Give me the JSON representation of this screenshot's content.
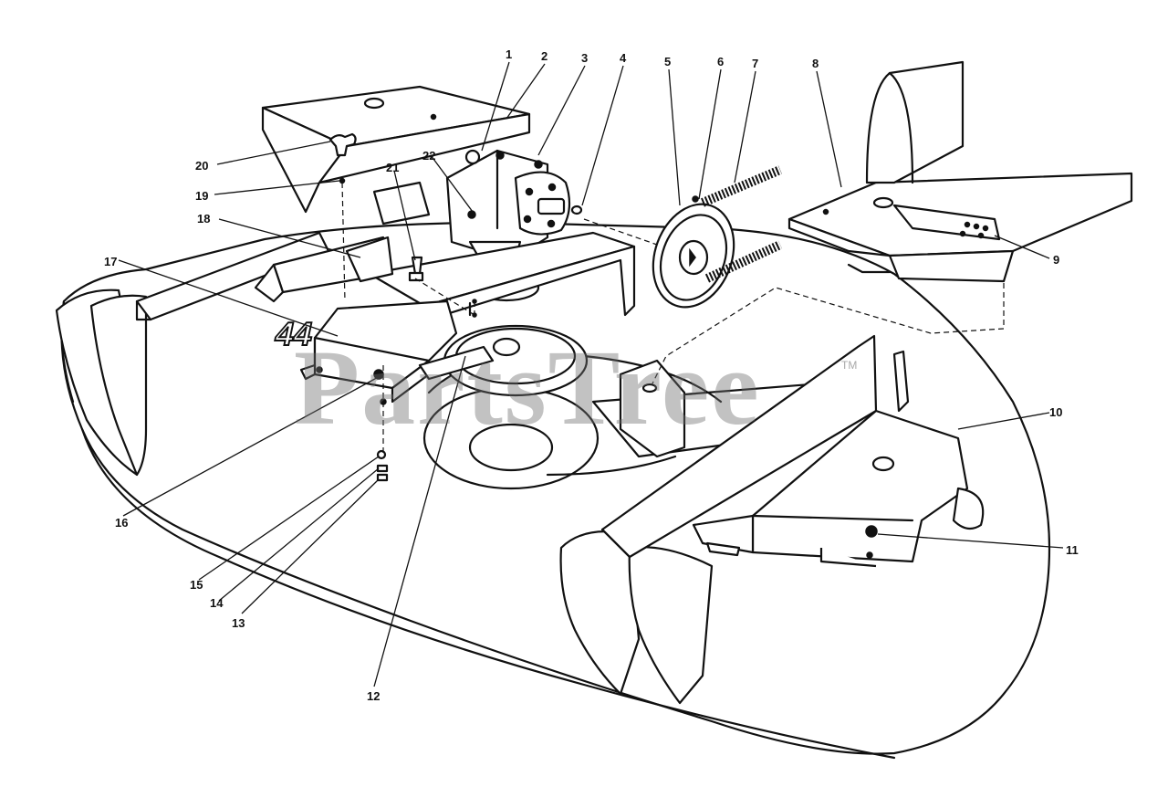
{
  "diagram": {
    "callouts": [
      "1",
      "2",
      "3",
      "4",
      "5",
      "6",
      "7",
      "8",
      "9",
      "10",
      "11",
      "12",
      "13",
      "14",
      "15",
      "16",
      "17",
      "18",
      "19",
      "20",
      "21",
      "22"
    ],
    "watermark": "PartsTree",
    "trademark": "TM",
    "deck_marking": "44"
  }
}
